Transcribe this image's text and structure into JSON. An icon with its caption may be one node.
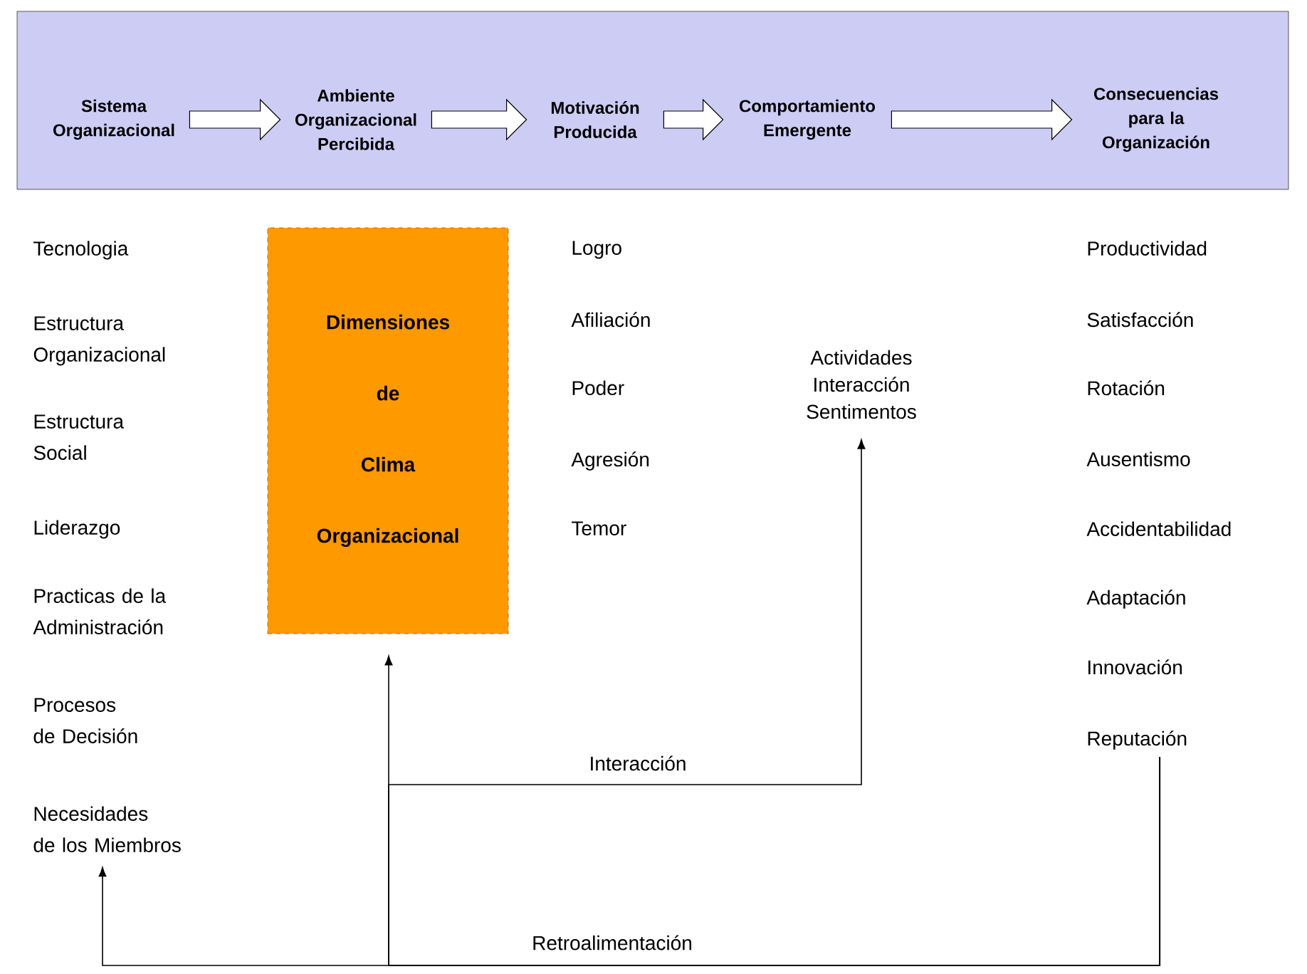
{
  "diagram": {
    "nodes": [
      {
        "text": [],
        "shape": "box"
      },
      {
        "text": [
          "Sistema Organizacional"
        ],
        "in": 0
      },
      {
        "text": [
          "Ambiente Organizacional Percibida"
        ],
        "in": 0
      },
      {
        "text": [
          "Motivación Producida"
        ],
        "in": 0
      },
      {
        "text": [
          "Comportamiento Emergente"
        ],
        "in": 0
      },
      {
        "text": [
          "Consecuencias para la Organización"
        ],
        "in": 0
      },
      {
        "text": [
          "Dimensiones de Clima Organizacional"
        ]
      },
      {
        "text": [
          "Actividades Interacción Sentimentos"
        ]
      },
      {
        "text": [
          "Necesidades de los Miembros"
        ]
      },
      {
        "text": [
          "Reputación"
        ]
      }
    ],
    "edges": [
      {
        "from": 1,
        "to": 2,
        "arrow": "to"
      },
      {
        "from": 2,
        "to": 3,
        "arrow": "to"
      },
      {
        "from": 3,
        "to": 4,
        "arrow": "to"
      },
      {
        "from": 4,
        "to": 5,
        "arrow": "to"
      },
      {
        "from": 9,
        "to": 8,
        "arrow": "to",
        "label": "Retroalimentación"
      },
      {
        "from": 9,
        "to": 6,
        "arrow": "to"
      },
      {
        "from": 9,
        "to": 7,
        "arrow": "to",
        "label": "Interacción"
      }
    ],
    "labels": [
      "Tecnologia",
      "Estructura Organizacional",
      "Estructura Social",
      "Liderazgo",
      "Practicas de la Administración",
      "Procesos de Decisión",
      "Logro",
      "Afiliación",
      "Poder",
      "Agresión",
      "Temor",
      "Productividad",
      "Satisfacción",
      "Rotación",
      "Ausentismo",
      "Accidentabilidad",
      "Adaptación",
      "Innovación"
    ]
  }
}
